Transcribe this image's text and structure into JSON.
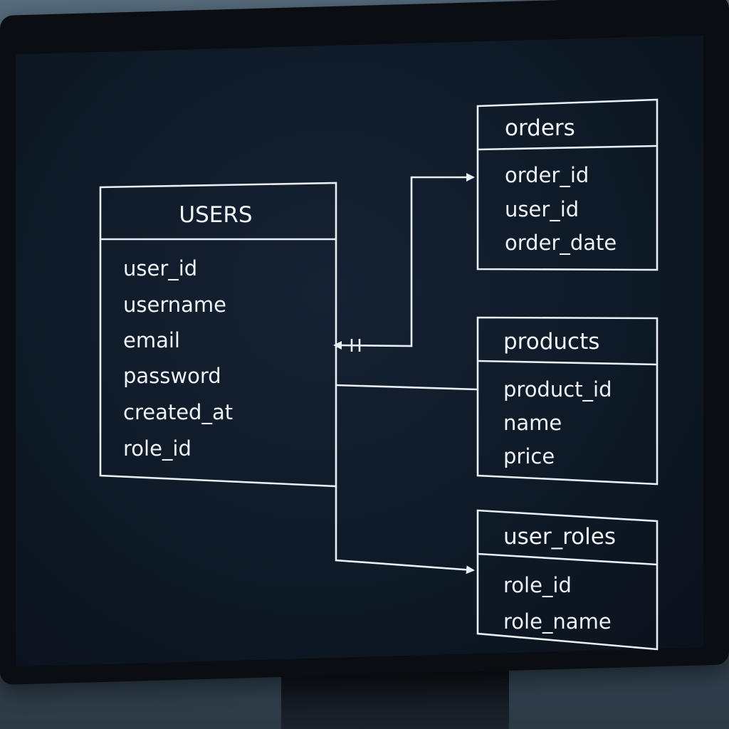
{
  "entities": {
    "users": {
      "title": "USERS",
      "fields": [
        "user_id",
        "username",
        "email",
        "password",
        "created_at",
        "role_id"
      ]
    },
    "orders": {
      "title": "orders",
      "fields": [
        "order_id",
        "user_id",
        "order_date"
      ]
    },
    "products": {
      "title": "products",
      "fields": [
        "product_id",
        "name",
        "price"
      ]
    },
    "user_roles": {
      "title": "user_roles",
      "fields": [
        "role_id",
        "role_name"
      ]
    }
  },
  "colors": {
    "screen_background": "#0e1926",
    "line": "#e9eef3",
    "text": "#eef2f6"
  }
}
